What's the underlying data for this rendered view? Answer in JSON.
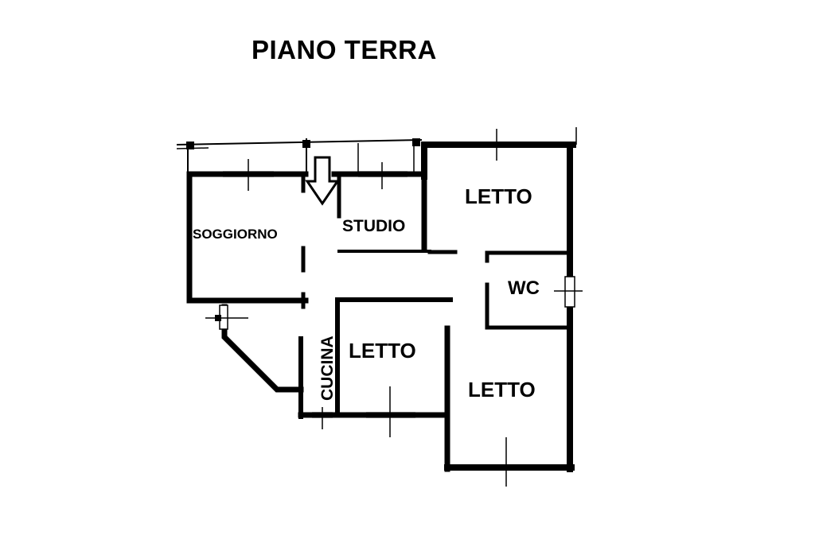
{
  "plan": {
    "title": "PIANO TERRA",
    "rooms": {
      "soggiorno": "SOGGIORNO",
      "studio": "STUDIO",
      "letto_top": "LETTO",
      "wc": "WC",
      "letto_mid": "LETTO",
      "letto_bottom": "LETTO",
      "cucina": "CUCINA"
    },
    "colors": {
      "ink": "#000000",
      "background": "#ffffff"
    },
    "icons": [
      "entrance-arrow-icon"
    ]
  }
}
